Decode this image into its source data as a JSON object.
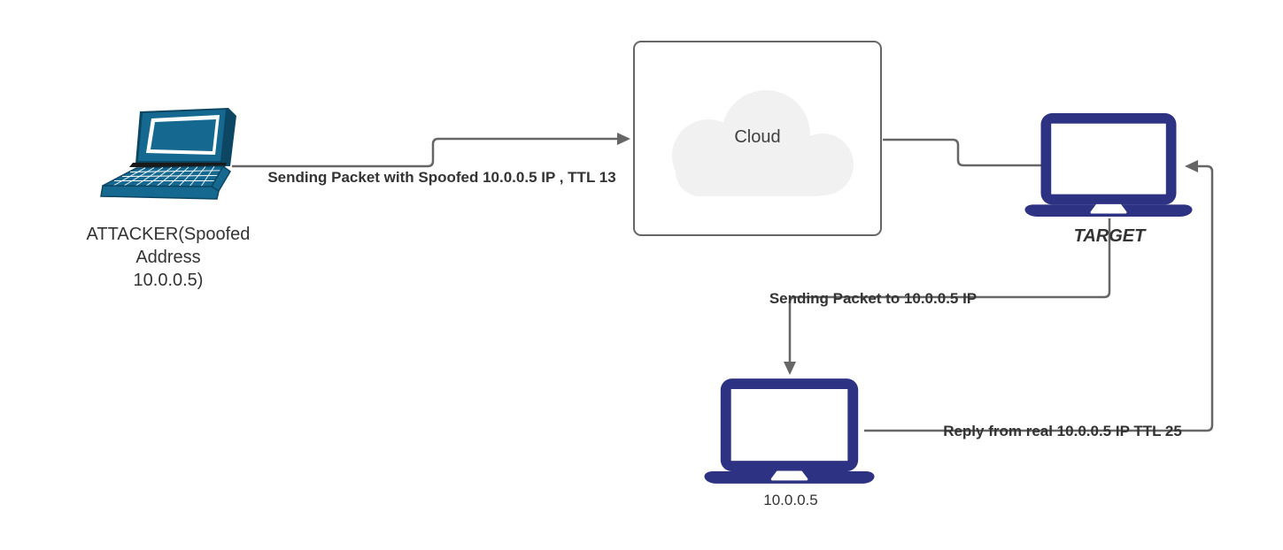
{
  "diagram_title": "IP spoofing TTL network diagram",
  "nodes": {
    "attacker": {
      "label": "ATTACKER(Spoofed\nAddress\n10.0.0.5)",
      "icon": "teal-perspective-laptop"
    },
    "cloud": {
      "label": "Cloud",
      "icon": "cloud-shape"
    },
    "target": {
      "label": "TARGET",
      "icon": "navy-laptop"
    },
    "real_host": {
      "label": "10.0.0.5",
      "icon": "navy-laptop"
    }
  },
  "edges": {
    "attacker_to_cloud": {
      "label": "Sending Packet with Spoofed 10.0.0.5 IP , TTL 13",
      "from": "attacker",
      "to": "cloud",
      "arrowhead": "right"
    },
    "cloud_to_target": {
      "label": "",
      "from": "cloud",
      "to": "target",
      "arrowhead": "none"
    },
    "target_to_real": {
      "label": "Sending Packet to 10.0.0.5 IP",
      "from": "target",
      "to": "real_host",
      "arrowhead": "down"
    },
    "real_to_target": {
      "label": "Reply from real 10.0.0.5 IP TTL 25",
      "from": "real_host",
      "to": "target",
      "arrowhead": "left"
    }
  },
  "colors": {
    "attacker_laptop_teal": "#15688f",
    "attacker_laptop_dark": "#0d4663",
    "navy_laptop": "#2d3282",
    "connector_gray": "#666666",
    "cloud_fill": "#f1f1f1",
    "cloud_box_border": "#666666",
    "label_text": "#333333",
    "background": "#ffffff"
  }
}
